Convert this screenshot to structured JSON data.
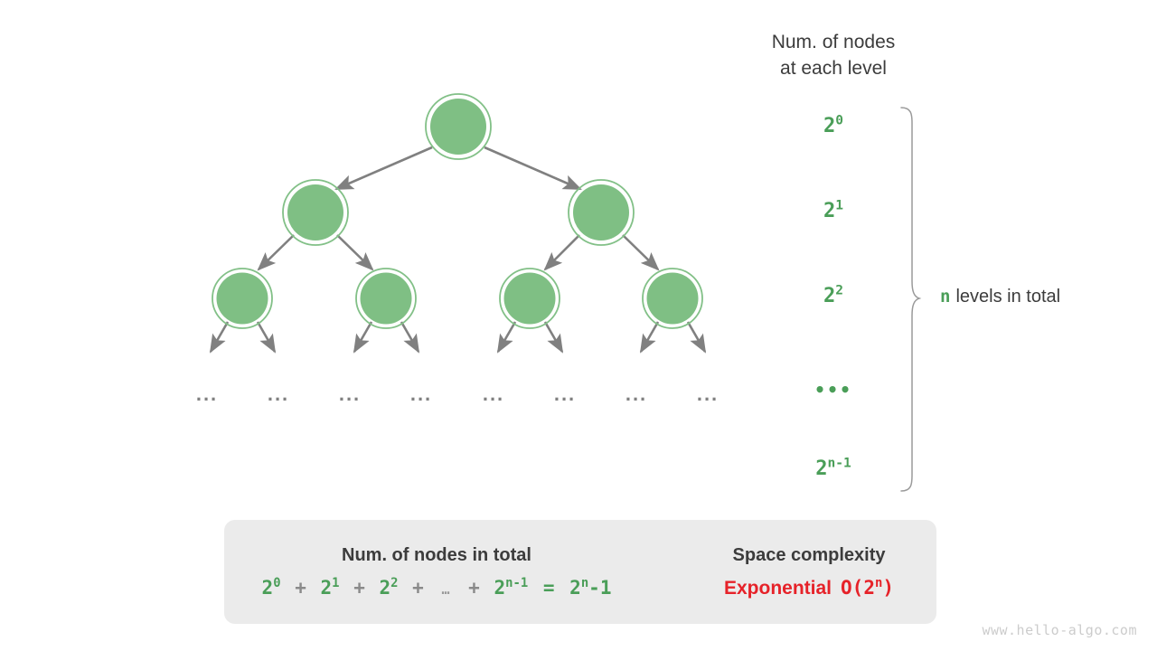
{
  "diagram": {
    "title_right_column": "Num. of nodes\nat each level",
    "colors": {
      "node_fill": "#7fbf84",
      "node_ring": "#7fbf84",
      "edge": "#808080",
      "green_text": "#4a9e58",
      "dark_text": "#3c3c3c",
      "red_text": "#e62229",
      "panel_bg": "#ebebeb",
      "arrow_block": "#c6c6c6",
      "watermark": "#cccccc"
    },
    "tree": {
      "levels": [
        {
          "index": 0,
          "node_count_label": "2",
          "exponent": "0",
          "nodes": 1
        },
        {
          "index": 1,
          "node_count_label": "2",
          "exponent": "1",
          "nodes": 2
        },
        {
          "index": 2,
          "node_count_label": "2",
          "exponent": "2",
          "nodes": 4
        },
        {
          "index": 3,
          "node_count_label": "…",
          "exponent": "",
          "nodes": 8
        },
        {
          "index": 4,
          "node_count_label": "2",
          "exponent": "n-1",
          "nodes": 0
        }
      ],
      "leaf_ellipses": [
        "...",
        "...",
        "...",
        "...",
        "...",
        "...",
        "...",
        "..."
      ]
    },
    "level_labels": [
      {
        "base": "2",
        "exp": "0"
      },
      {
        "base": "2",
        "exp": "1"
      },
      {
        "base": "2",
        "exp": "2"
      },
      {
        "base": "•••",
        "exp": ""
      },
      {
        "base": "2",
        "exp": "n-1"
      }
    ],
    "brace_note": {
      "variable": "n",
      "text": "levels in total"
    },
    "panel": {
      "left_title": "Num. of nodes in total",
      "formula": {
        "terms": [
          "2",
          "2",
          "2",
          "2"
        ],
        "exponents": [
          "0",
          "1",
          "2",
          "n-1"
        ],
        "operator": "+",
        "ellipsis": "…",
        "equals": "=",
        "result_base": "2",
        "result_exp": "n",
        "result_suffix": "-1"
      },
      "right_title": "Space complexity",
      "complexity_word": "Exponential",
      "complexity_bigo_prefix": "O(2",
      "complexity_bigo_exp": "n",
      "complexity_bigo_suffix": ")"
    },
    "watermark": "www.hello-algo.com"
  }
}
